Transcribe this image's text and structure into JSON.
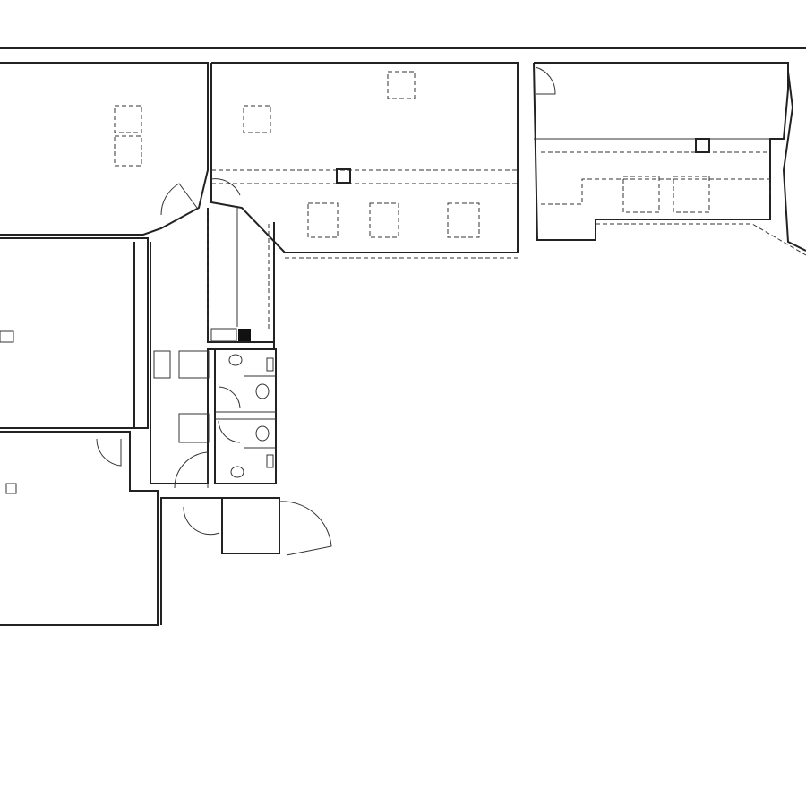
{
  "plan": {
    "type": "floor-plan",
    "wall_color": "#222222",
    "background": "#ffffff",
    "rooms": [
      "room-north-west",
      "room-north-centre",
      "room-north-east",
      "room-west",
      "room-south-west",
      "corridor",
      "toilet-block",
      "entrance-lobby"
    ]
  }
}
